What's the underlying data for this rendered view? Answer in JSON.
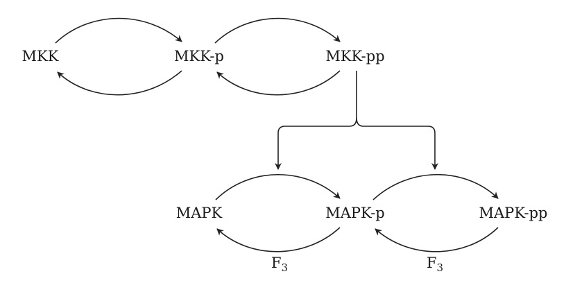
{
  "nodes": {
    "mkk": "MKK",
    "mkk_p": "MKK-p",
    "mkk_pp": "MKK-pp",
    "mapk": "MAPK",
    "mapk_p": "MAPK-p",
    "mapk_pp": "MAPK-pp"
  },
  "labels": {
    "f3_left": {
      "base": "F",
      "sub": "3"
    },
    "f3_right": {
      "base": "F",
      "sub": "3"
    }
  },
  "colors": {
    "stroke": "#222222",
    "text": "#1a1a1a"
  }
}
